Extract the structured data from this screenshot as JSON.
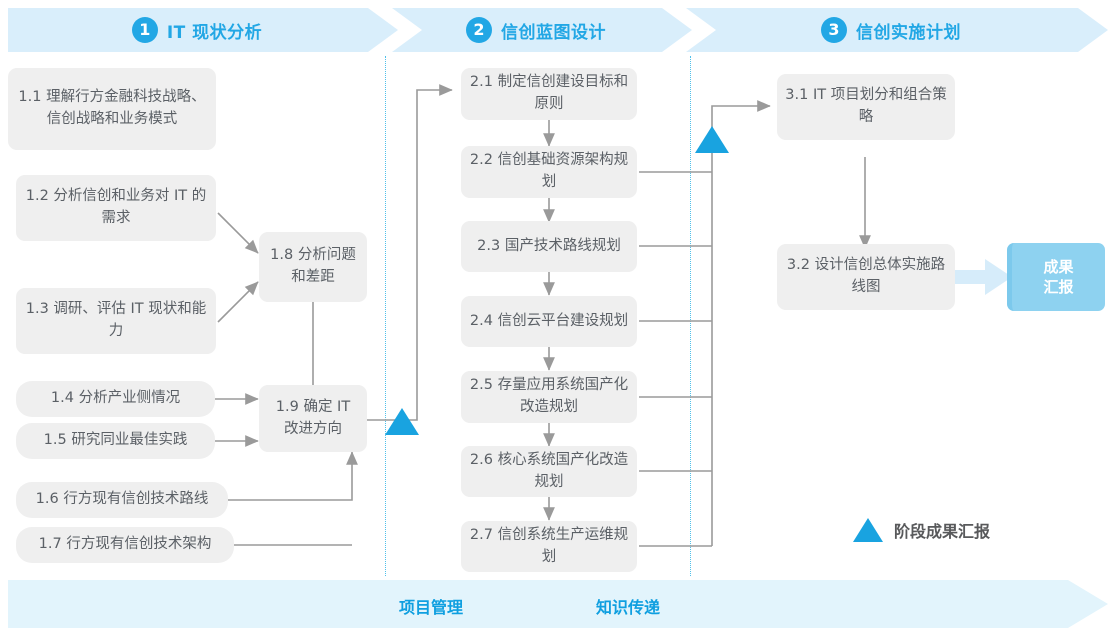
{
  "phases": [
    {
      "num": "1",
      "label": "IT 现状分析"
    },
    {
      "num": "2",
      "label": "信创蓝图设计"
    },
    {
      "num": "3",
      "label": "信创实施计划"
    }
  ],
  "phase1_tasks": [
    {
      "id": "1.1",
      "text": "1.1 理解行方金融科技战略、信创战略和业务模式"
    },
    {
      "id": "1.2",
      "text": "1.2 分析信创和业务对 IT 的需求"
    },
    {
      "id": "1.3",
      "text": "1.3 调研、评估 IT 现状和能力"
    },
    {
      "id": "1.4",
      "text": "1.4 分析产业侧情况"
    },
    {
      "id": "1.5",
      "text": "1.5 研究同业最佳实践"
    },
    {
      "id": "1.6",
      "text": "1.6 行方现有信创技术路线"
    },
    {
      "id": "1.7",
      "text": "1.7 行方现有信创技术架构"
    },
    {
      "id": "1.8",
      "text": "1.8 分析问题和差距"
    },
    {
      "id": "1.9",
      "text": "1.9 确定 IT 改进方向"
    }
  ],
  "phase2_tasks": [
    {
      "id": "2.1",
      "text": "2.1 制定信创建设目标和原则"
    },
    {
      "id": "2.2",
      "text": "2.2 信创基础资源架构规划"
    },
    {
      "id": "2.3",
      "text": "2.3 国产技术路线规划"
    },
    {
      "id": "2.4",
      "text": "2.4 信创云平台建设规划"
    },
    {
      "id": "2.5",
      "text": "2.5 存量应用系统国产化改造规划"
    },
    {
      "id": "2.6",
      "text": "2.6 核心系统国产化改造规划"
    },
    {
      "id": "2.7",
      "text": "2.7 信创系统生产运维规划"
    }
  ],
  "phase3_tasks": [
    {
      "id": "3.1",
      "text": "3.1 IT 项目划分和组合策略"
    },
    {
      "id": "3.2",
      "text": "3.2 设计信创总体实施路线图"
    }
  ],
  "result": {
    "line1": "成果",
    "line2": "汇报"
  },
  "legend": {
    "label": "阶段成果汇报"
  },
  "bottom": {
    "labels": [
      "项目管理",
      "知识传递"
    ]
  },
  "colors": {
    "accent": "#22a7e5",
    "milestone": "#19a3e0",
    "band": "#d9eefb",
    "bottom_band": "#e2f4fc",
    "box_fill": "#efefef",
    "box_text": "#5b6066",
    "result_fill": "#8ed2f0",
    "connector": "#9a9a9a"
  }
}
